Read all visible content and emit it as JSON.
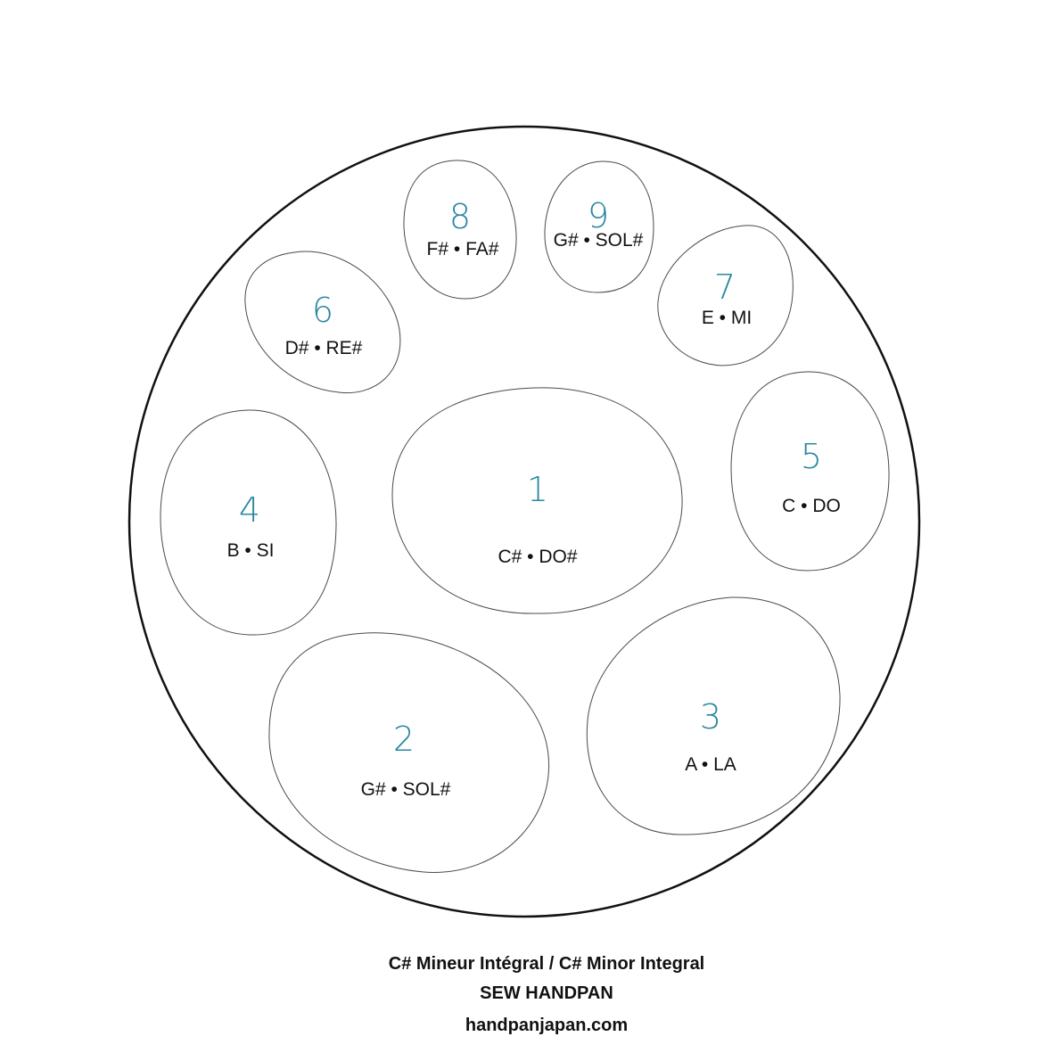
{
  "tone_fields": [
    {
      "number": "1",
      "note": "C# • DO#"
    },
    {
      "number": "2",
      "note": "G# • SOL#"
    },
    {
      "number": "3",
      "note": "A • LA"
    },
    {
      "number": "4",
      "note": "B • SI"
    },
    {
      "number": "5",
      "note": "C • DO"
    },
    {
      "number": "6",
      "note": "D# • RE#"
    },
    {
      "number": "7",
      "note": "E • MI"
    },
    {
      "number": "8",
      "note": "F# • FA#"
    },
    {
      "number": "9",
      "note": "G# • SOL#"
    }
  ],
  "caption": {
    "scale": "C# Mineur Intégral / C# Minor Integral",
    "brand": "SEW HANDPAN",
    "website": "handpanjapan.com"
  },
  "colors": {
    "number": "#2a87a0",
    "text": "#111111",
    "outline": "#4a4a4a"
  }
}
